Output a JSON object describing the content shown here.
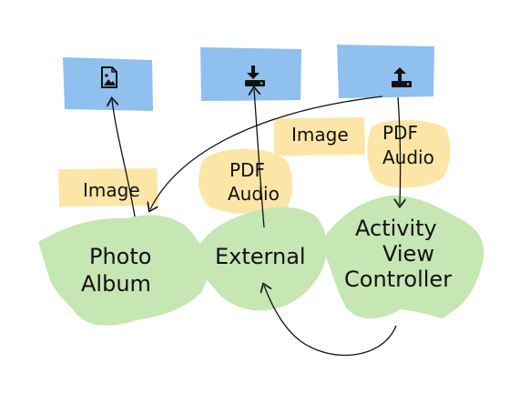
{
  "colors": {
    "blue": "#8fc0ee",
    "yellow": "#fce6a7",
    "green": "#c6e6b4",
    "ink": "#111111"
  },
  "sources": [
    {
      "icon": "image-file-icon"
    },
    {
      "icon": "download-icon"
    },
    {
      "icon": "upload-icon"
    }
  ],
  "nodes": {
    "photo_album": {
      "line1": "Photo",
      "line2": "Album"
    },
    "external": {
      "line1": "External"
    },
    "activity": {
      "line1": "Activity",
      "line2": "View",
      "line3": "Controller"
    }
  },
  "labels": {
    "image_left": "Image",
    "pdf_mid_1": "PDF",
    "pdf_mid_2": "Audio",
    "image_right": "Image",
    "pdf_right_1": "PDF",
    "pdf_right_2": "Audio"
  }
}
